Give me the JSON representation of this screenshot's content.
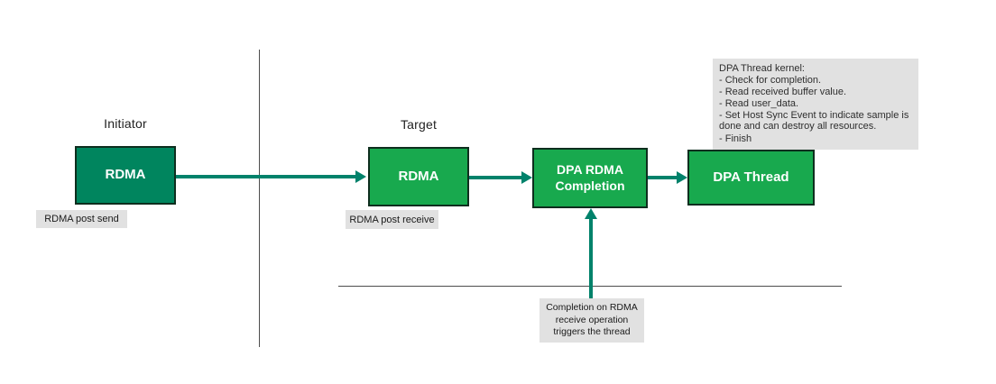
{
  "diagram": {
    "colors": {
      "dark_green": "#00855E",
      "bright_green": "#18A94E",
      "arrow_teal": "#00826B",
      "box_border": "#0E2E1E",
      "label_bg": "#E1E1E1",
      "line_gray": "#4D4D4D"
    },
    "sections": {
      "initiator": "Initiator",
      "target": "Target"
    },
    "nodes": {
      "initiator_rdma": "RDMA",
      "target_rdma": "RDMA",
      "dpa_rdma_completion": "DPA RDMA Completion",
      "dpa_thread": "DPA Thread"
    },
    "annotations": {
      "rdma_post_send": "RDMA post send",
      "rdma_post_receive": "RDMA post receive",
      "completion_trigger_note": "Completion on RDMA receive operation triggers the thread",
      "kernel_note": {
        "title": "DPA Thread kernel:",
        "lines": [
          "- Check for completion.",
          "- Read received buffer value.",
          "- Read user_data.",
          "- Set Host Sync Event to indicate sample is done and can destroy all resources.",
          "- Finish"
        ]
      }
    }
  }
}
